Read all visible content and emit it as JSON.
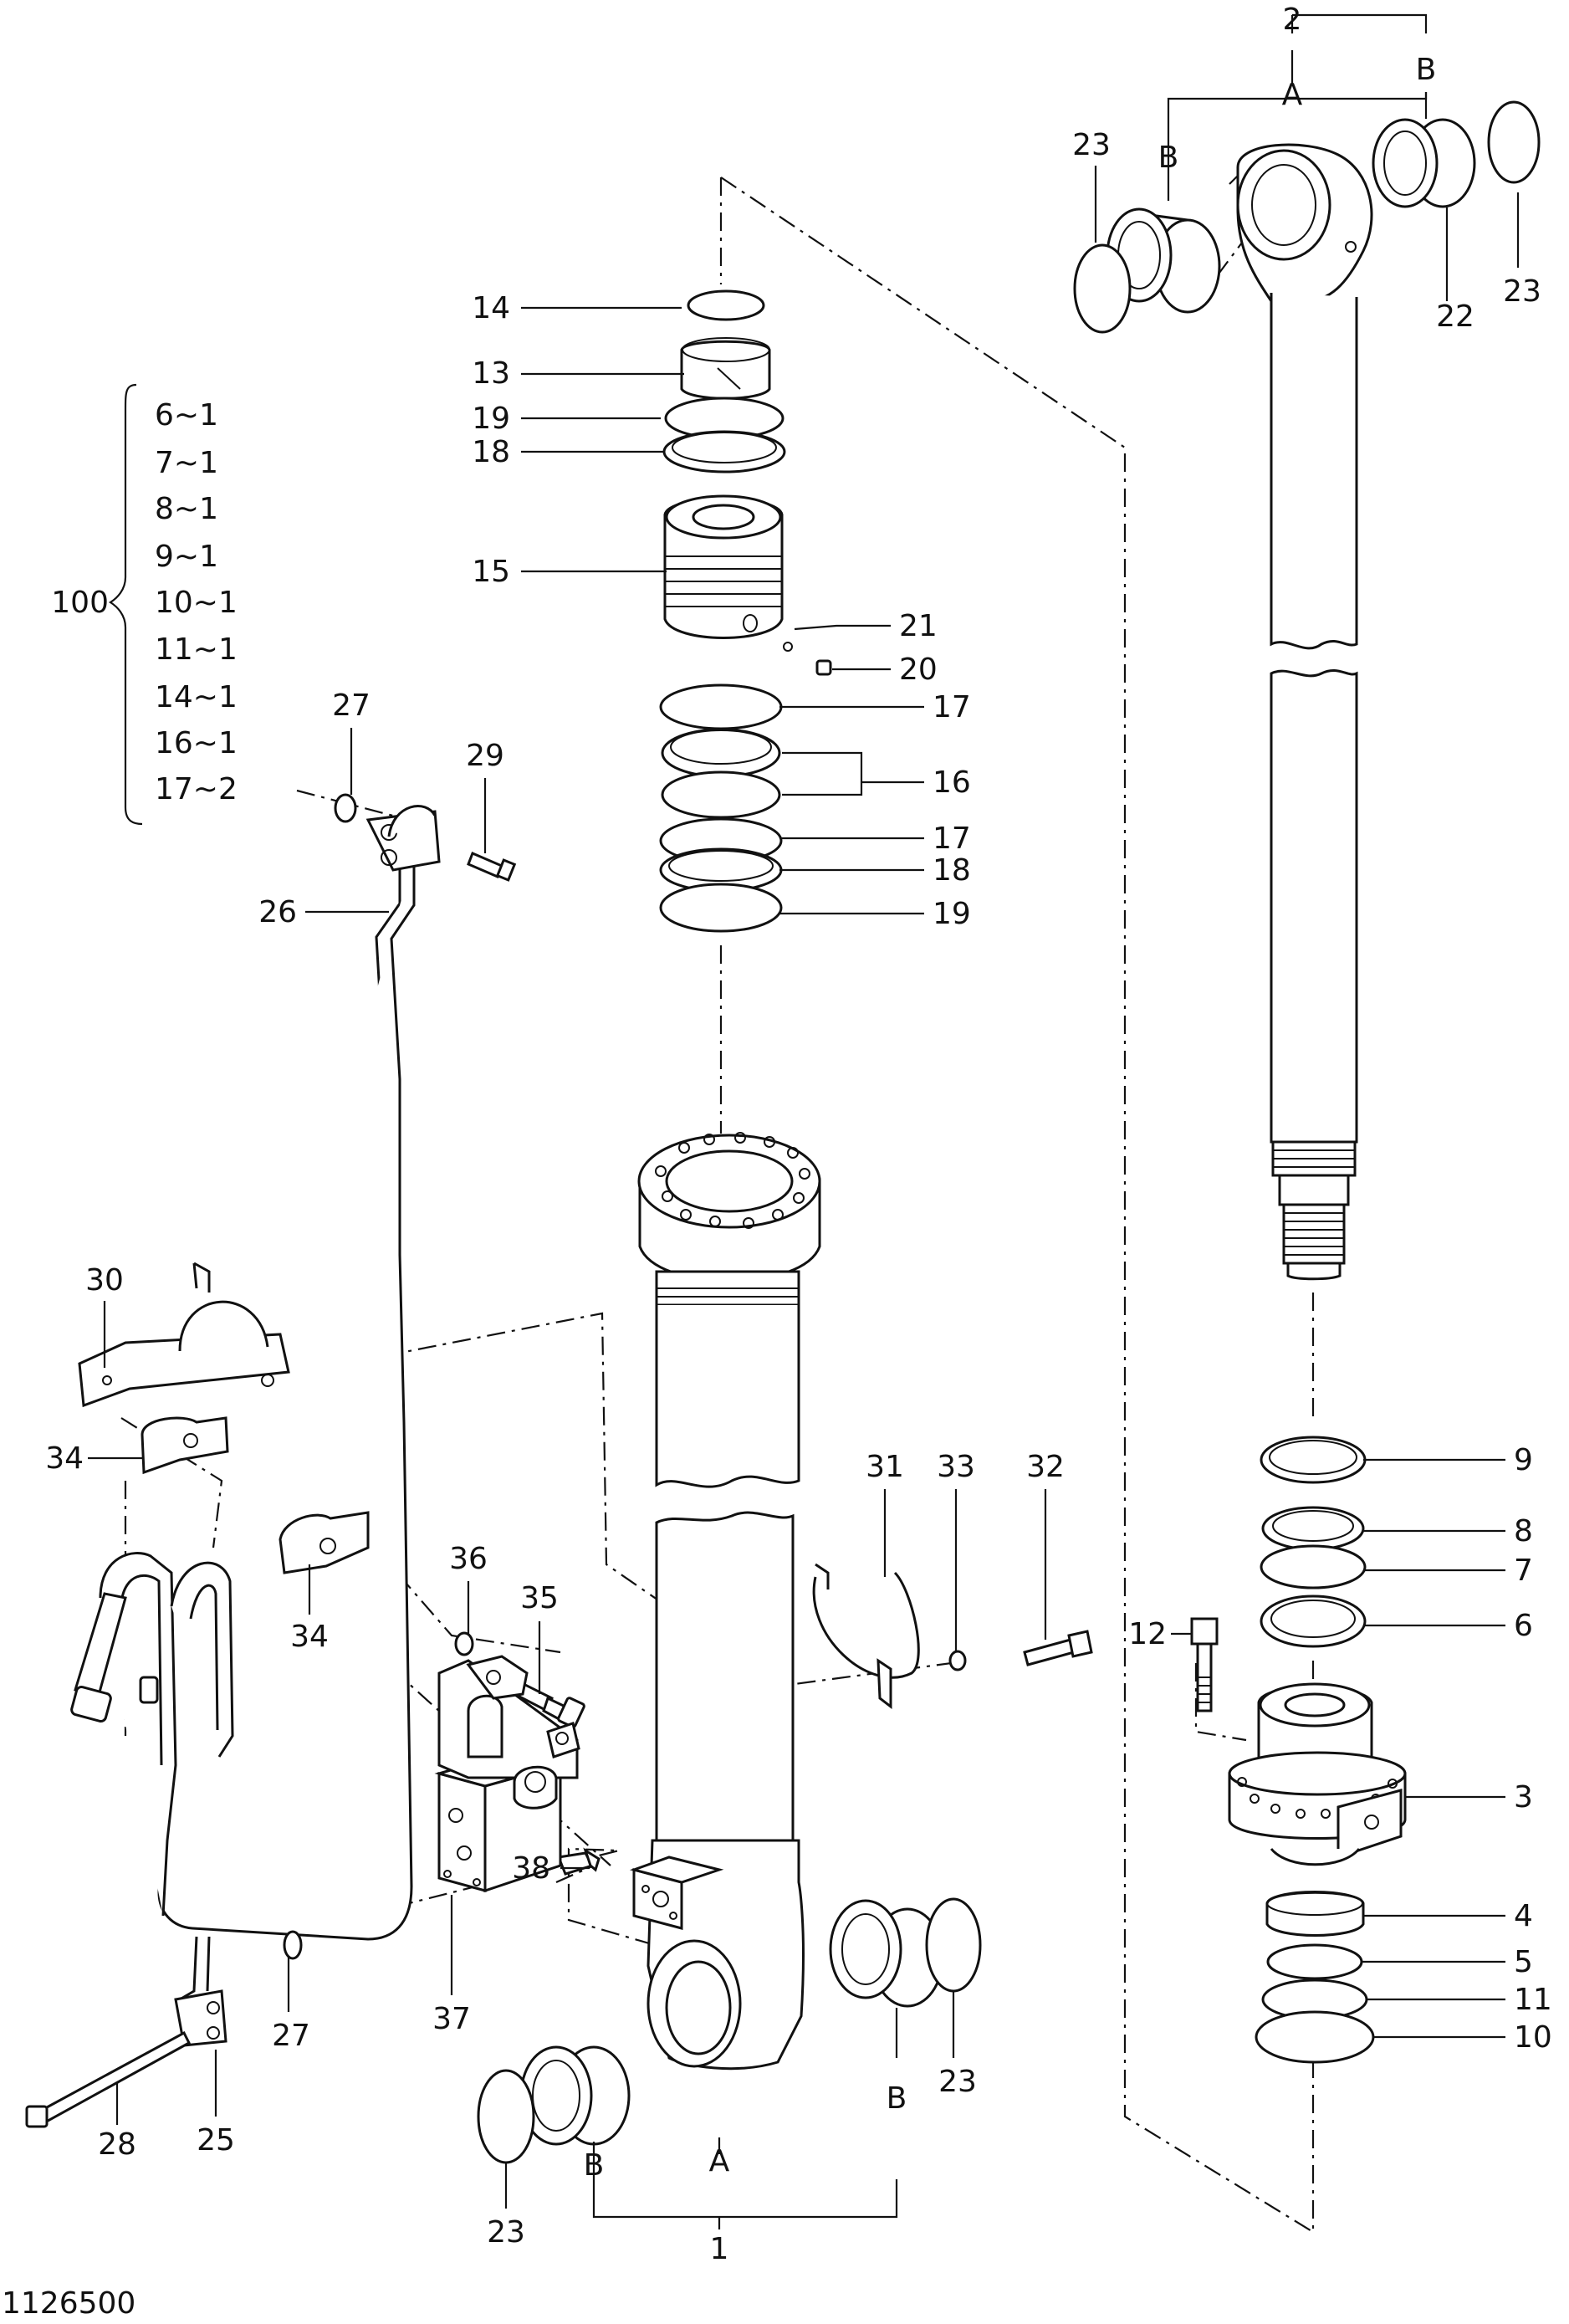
{
  "drawing_number": "1126500",
  "kit": {
    "label": "100",
    "entries": [
      "6~1",
      "7~1",
      "8~1",
      "9~1",
      "10~1",
      "11~1",
      "14~1",
      "16~1",
      "17~2"
    ]
  },
  "callouts": {
    "n1": "1",
    "n2": "2",
    "n3": "3",
    "n4": "4",
    "n5": "5",
    "n6": "6",
    "n7": "7",
    "n8": "8",
    "n9": "9",
    "n10": "10",
    "n11": "11",
    "n12": "12",
    "n13": "13",
    "n14": "14",
    "n15": "15",
    "n16": "16",
    "n17a": "17",
    "n17b": "17",
    "n18a": "18",
    "n18b": "18",
    "n19a": "19",
    "n19b": "19",
    "n20": "20",
    "n21": "21",
    "n22": "22",
    "n23a": "23",
    "n23b": "23",
    "n23c": "23",
    "n23d": "23",
    "n25": "25",
    "n26": "26",
    "n27a": "27",
    "n27b": "27",
    "n28": "28",
    "n29": "29",
    "n30": "30",
    "n31": "31",
    "n32": "32",
    "n33": "33",
    "n34a": "34",
    "n34b": "34",
    "n35": "35",
    "n36": "36",
    "n37": "37",
    "n38": "38",
    "rodA": "A",
    "rodB1": "B",
    "rodB2": "B",
    "tubeA": "A",
    "tubeB1": "B",
    "tubeB2": "B"
  }
}
